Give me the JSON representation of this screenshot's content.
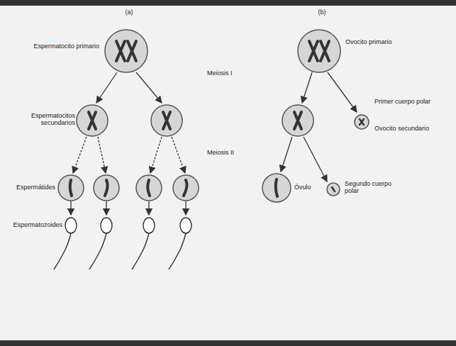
{
  "diagram": {
    "labels": [
      "(a)",
      "(b)",
      "Espermatocito primario",
      "Meiosis I",
      "Espermatocitos secundarios",
      "Meiosis II",
      "Espermátides",
      "Espermatozoides",
      "Ovocito primario",
      "Primer cuerpo polar",
      "Ovocito secundario",
      "Óvulo",
      "Segundo cuerpo polar"
    ]
  }
}
